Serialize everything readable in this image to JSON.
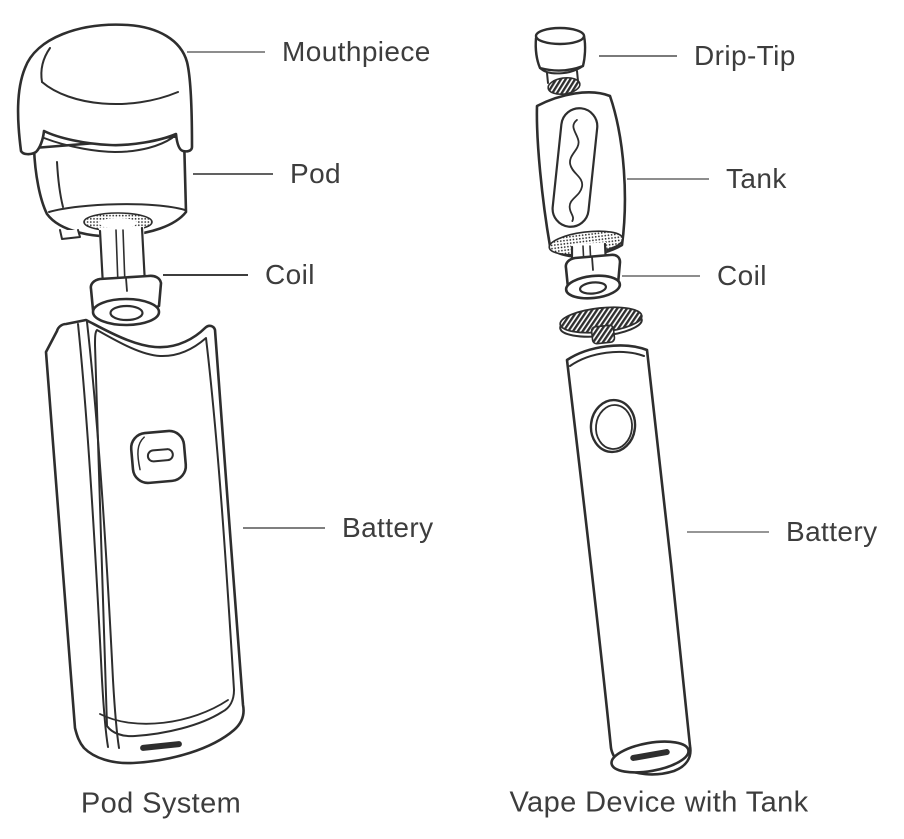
{
  "colors": {
    "background": "#ffffff",
    "ink": "#2e2e2e",
    "label_text": "#3d3d3d",
    "leader_gray": "#8d8d8d"
  },
  "pod_system": {
    "caption": "Pod System",
    "labels": {
      "mouthpiece": {
        "text": "Mouthpiece",
        "line_color": "#8d8d8d"
      },
      "pod": {
        "text": "Pod",
        "line_color": "#616161"
      },
      "coil": {
        "text": "Coil",
        "line_color": "#3e3e3e"
      },
      "battery": {
        "text": "Battery",
        "line_color": "#7f7f7f"
      }
    }
  },
  "vape_device": {
    "caption": "Vape Device with Tank",
    "labels": {
      "drip_tip": {
        "text": "Drip-Tip",
        "line_color": "#7a7a7a"
      },
      "tank": {
        "text": "Tank",
        "line_color": "#8d8d8d"
      },
      "coil": {
        "text": "Coil",
        "line_color": "#8d8d8d"
      },
      "battery": {
        "text": "Battery",
        "line_color": "#969696"
      }
    }
  }
}
